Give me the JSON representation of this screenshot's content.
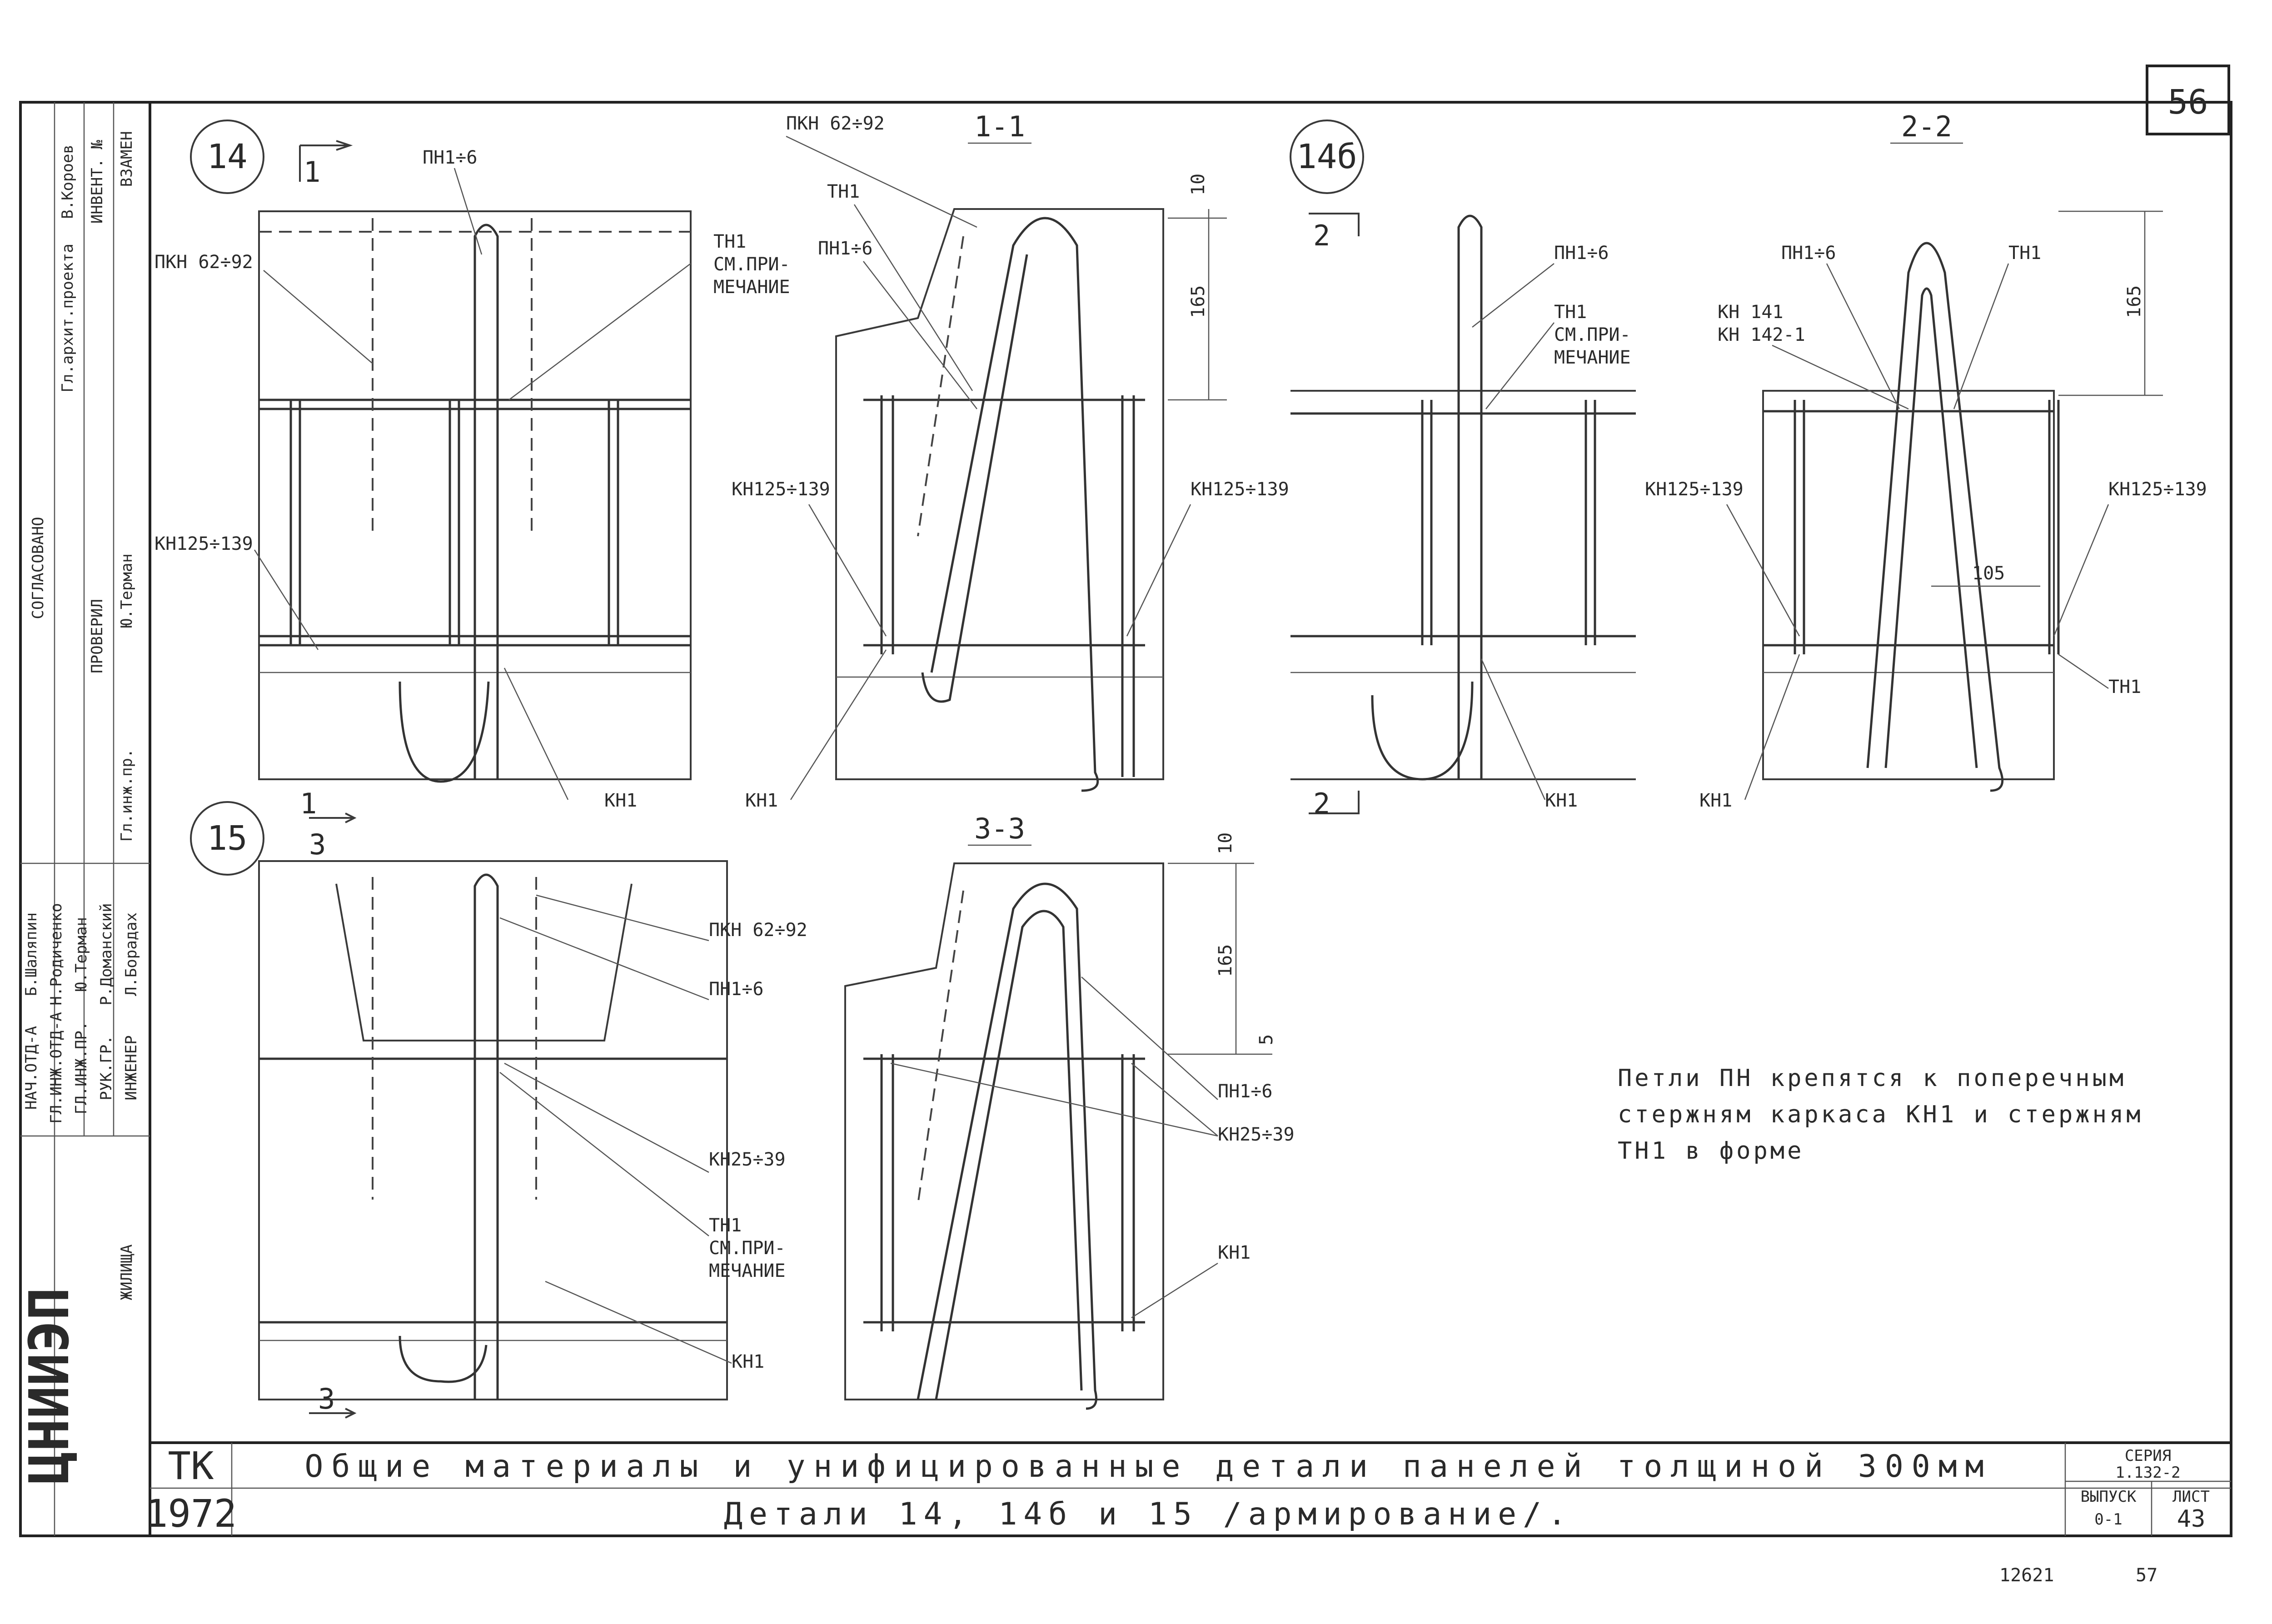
{
  "sheet": {
    "number": "56",
    "inventory_footer": "12621",
    "page_footer": "57",
    "year": "1972",
    "tk": "ТК",
    "stamp": "ЦНИИЭП",
    "org": "ЖИЛИЩА",
    "title_line1": "Общие материалы и унифицированные детали панелей толщиной 300мм",
    "title_line2": "Детали 14, 14б и 15 /армирование/.",
    "series_label": "СЕРИЯ",
    "series_value": "1.132-2",
    "issue_label": "ВЫПУСК",
    "issue_value": "0-1",
    "sheet_label": "ЛИСТ",
    "sheet_value": "43"
  },
  "side_panel": {
    "approval": [
      "СОГЛАСОВАНО",
      "Гл.архит.проекта",
      "В.Короев",
      "ИНВЕНТ. №",
      "ВЗАМЕН",
      "ПРОВЕРИЛ",
      "Ю.Терман",
      "Гл.инж.пр."
    ],
    "staff": [
      {
        "role": "НАЧ.ОТД-А",
        "name": "Б.Шаляпин"
      },
      {
        "role": "ГЛ.ИНЖ.ОТД-А",
        "name": "Н.Родиченко"
      },
      {
        "role": "ГЛ.ИНЖ.ПР.",
        "name": "Ю.Терман"
      },
      {
        "role": "РУК.ГР.",
        "name": "Р.Доманский"
      },
      {
        "role": "ИНЖЕНЕР",
        "name": "Л.Борадах"
      }
    ]
  },
  "details": {
    "d14": {
      "num": "14",
      "cut": "1"
    },
    "d14b": {
      "num": "14б",
      "cut": "2"
    },
    "d15": {
      "num": "15",
      "cut_a": "1",
      "cut_b": "3",
      "cut_c": "3"
    }
  },
  "sections": {
    "s11": "1-1",
    "s22": "2-2",
    "s33": "3-3"
  },
  "labels": {
    "pkn6292": "ПКН 62÷92",
    "pn16": "ПН1÷6",
    "tn1": "ТН1",
    "sm_prim_1": "СМ.ПРИ-",
    "sm_prim_2": "МЕЧАНИЕ",
    "kn1": "КН1",
    "kn125139": "КН125÷139",
    "kn2539": "КН25÷39",
    "kn141": "КН 141",
    "kn1421": "КН 142-1"
  },
  "dims": {
    "d10": "10",
    "d165": "165",
    "d105": "105",
    "d5": "5"
  },
  "note": {
    "line1": "Петли ПН крепятся к поперечным",
    "line2": "стержням каркаса КН1 и стержням",
    "line3": "ТН1 в форме"
  }
}
